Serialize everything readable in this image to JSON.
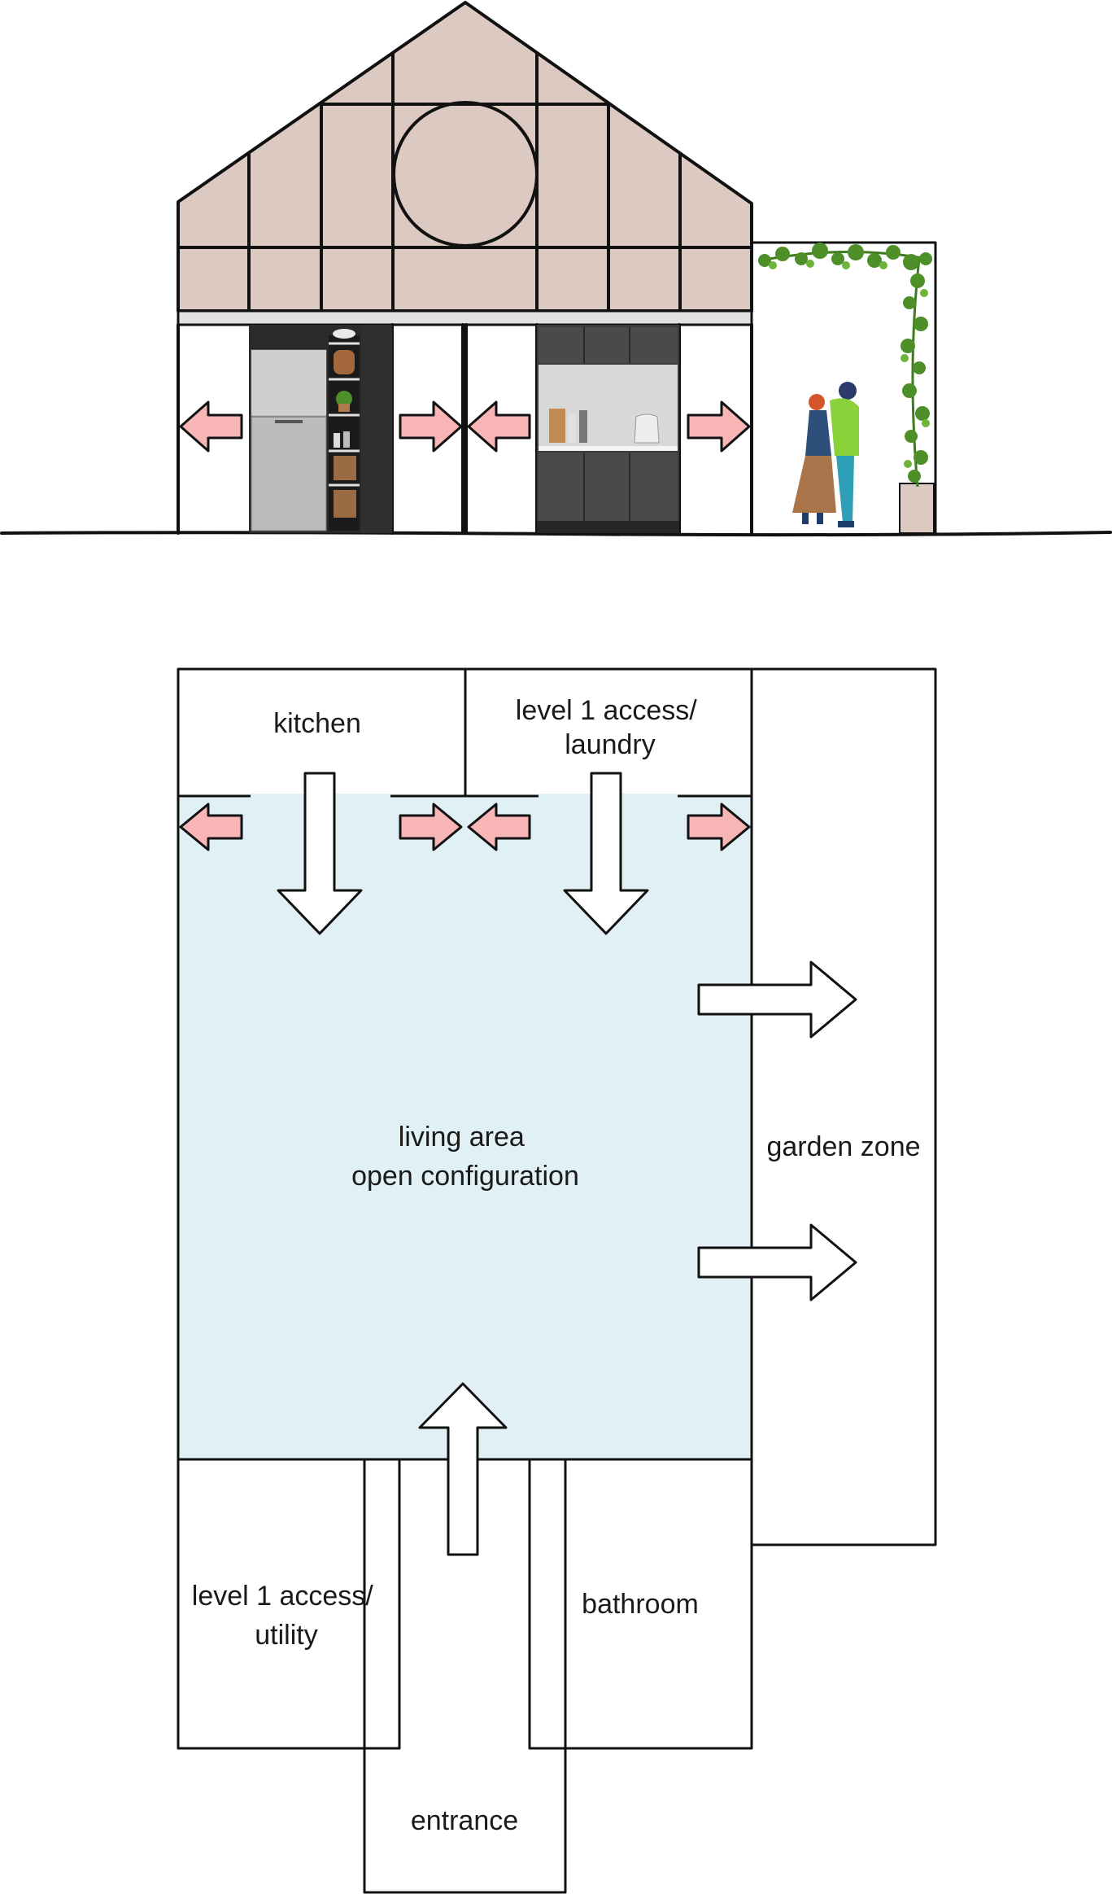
{
  "elevation": {
    "roof_color": "#dcc9c1",
    "cabinet_color": "#2a2a2a",
    "fridge_color": "#b9b9b9",
    "arrow_color": "#f7b5b6",
    "ivy_color": "#4f8f2a"
  },
  "plan": {
    "rooms": [
      {
        "id": "kitchen",
        "lines": [
          "kitchen"
        ],
        "color": "#f4e4e0"
      },
      {
        "id": "level1-laundry",
        "lines": [
          "level 1 access/",
          "laundry"
        ],
        "color": "#f4e4e0"
      },
      {
        "id": "living",
        "lines": [
          "living area",
          "open configuration"
        ],
        "color": "#e0f0f5"
      },
      {
        "id": "garden",
        "lines": [
          "garden zone"
        ],
        "color": "#f0fbe2"
      },
      {
        "id": "level1-utility",
        "lines": [
          "level 1 access/",
          "utility"
        ],
        "color": "#f4e4e0"
      },
      {
        "id": "bathroom",
        "lines": [
          "bathroom"
        ],
        "color": "#f4e4e0"
      },
      {
        "id": "entrance",
        "lines": [
          "entrance"
        ],
        "color": "#fce8cb"
      }
    ]
  }
}
